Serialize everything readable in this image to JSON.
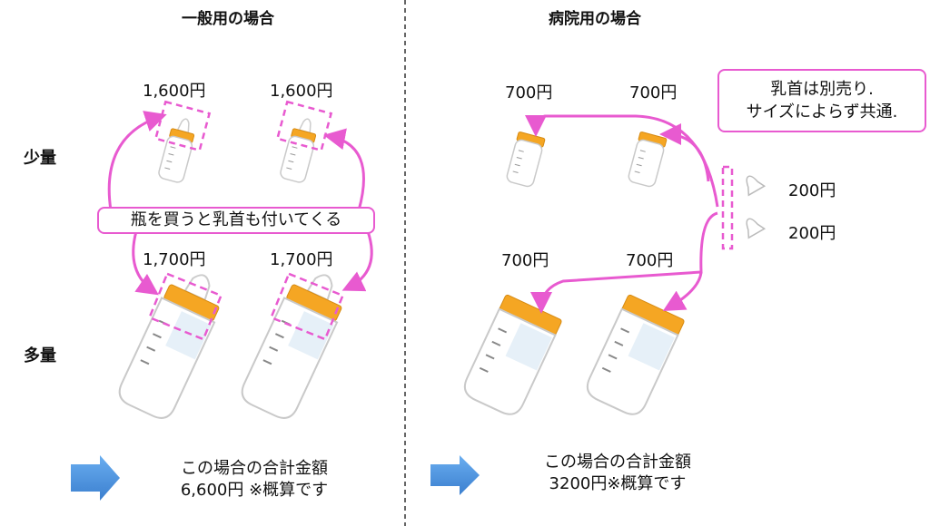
{
  "left": {
    "title": "一般用の場合",
    "row_small": "少量",
    "row_large": "多量",
    "prices_small": [
      "1,600円",
      "1,600円"
    ],
    "prices_large": [
      "1,700円",
      "1,700円"
    ],
    "callout": "瓶を買うと乳首も付いてくる",
    "summary_line1": "この場合の合計金額",
    "summary_line2": "6,600円 ※概算です"
  },
  "right": {
    "title": "病院用の場合",
    "prices_small": [
      "700円",
      "700円"
    ],
    "prices_large": [
      "700円",
      "700円"
    ],
    "nipple_prices": [
      "200円",
      "200円"
    ],
    "callout_line1": "乳首は別売り.",
    "callout_line2": "サイズによらず共通.",
    "summary_line1": "この場合の合計金額",
    "summary_line2": "3200円※概算です"
  },
  "colors": {
    "accent_pink": "#e85ad0",
    "cap_orange": "#f5a623",
    "arrow_blue": "#4a8fd8",
    "bottle_outline": "#c9c9c9"
  }
}
